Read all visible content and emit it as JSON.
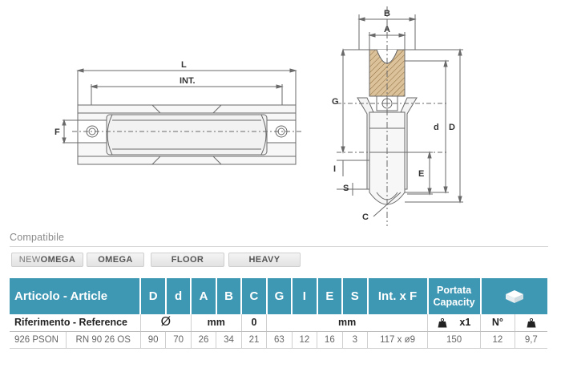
{
  "drawing": {
    "labels": {
      "L": "L",
      "INT": "INT.",
      "F": "F",
      "B": "B",
      "A": "A",
      "G": "G",
      "d": "d",
      "D": "D",
      "I": "I",
      "S": "S",
      "E": "E",
      "C": "C"
    }
  },
  "compatibility": {
    "label": "Compatibile",
    "chips": [
      {
        "light": "NEW",
        "bold": "OMEGA"
      },
      {
        "light": "",
        "bold": "OMEGA"
      },
      {
        "light": "",
        "bold": "FLOOR"
      },
      {
        "light": "",
        "bold": "HEAVY"
      }
    ]
  },
  "table": {
    "headers": {
      "article": "Articolo - Article",
      "D": "D",
      "d": "d",
      "A": "A",
      "B": "B",
      "C": "C",
      "G": "G",
      "I": "I",
      "E": "E",
      "S": "S",
      "int_f": "Int. x F",
      "portata_1": "Portata",
      "portata_2": "Capacity",
      "box_icon": "box-icon"
    },
    "units_row": {
      "reference": "Riferimento - Reference",
      "diameter_symbol": "Ø",
      "mm_1": "mm",
      "zero": "0",
      "mm_2": "mm",
      "weight_icon": "weight-kg-icon",
      "x1": "x1",
      "number": "N°",
      "weight_icon_2": "weight-kg-icon"
    },
    "data_row": {
      "article": "926 PSON",
      "reference": "RN 90 26 OS",
      "D": "90",
      "d": "70",
      "A": "26",
      "B": "34",
      "C": "21",
      "G": "63",
      "I": "12",
      "E": "16",
      "S": "3",
      "int_f": "117 x ø9",
      "capacity": "150",
      "number": "12",
      "weight": "9,7"
    }
  },
  "colors": {
    "header_bg": "#3e97b3",
    "drawing_line": "#6a6a6a",
    "hatch_fill": "#c9a26b"
  }
}
